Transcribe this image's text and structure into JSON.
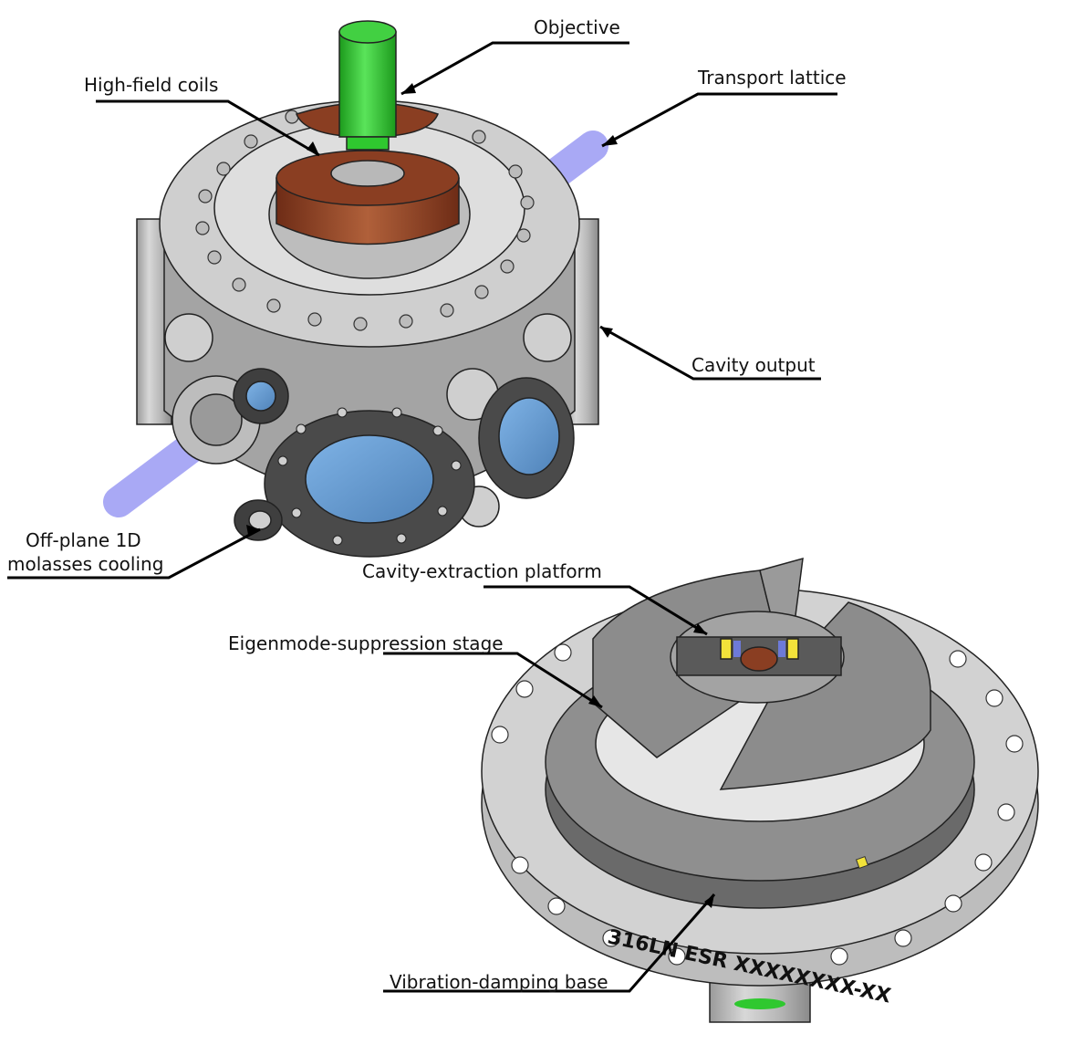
{
  "labels": {
    "objective": "Objective",
    "high_field_coils": "High-field coils",
    "transport_lattice": "Transport lattice",
    "cavity_output": "Cavity output",
    "molasses_line1": "Off-plane 1D",
    "molasses_line2": "molasses cooling",
    "cavity_extraction_platform": "Cavity-extraction platform",
    "eigenmode_suppression_stage": "Eigenmode-suppression stage",
    "vibration_damping_base": "Vibration-damping base"
  },
  "engraving": "316LN ESR XXXXXXXX-XX",
  "colors": {
    "objective_green": "#2fc82f",
    "coil_copper": "#8a3e22",
    "lattice_blue": "#8c8cf2",
    "window_blue": "#6a9fd6",
    "steel": "#c9c9c9",
    "steel_dark": "#8f8f8f",
    "flange_dark": "#4a4a4a",
    "accent_yellow": "#f2e23a"
  }
}
